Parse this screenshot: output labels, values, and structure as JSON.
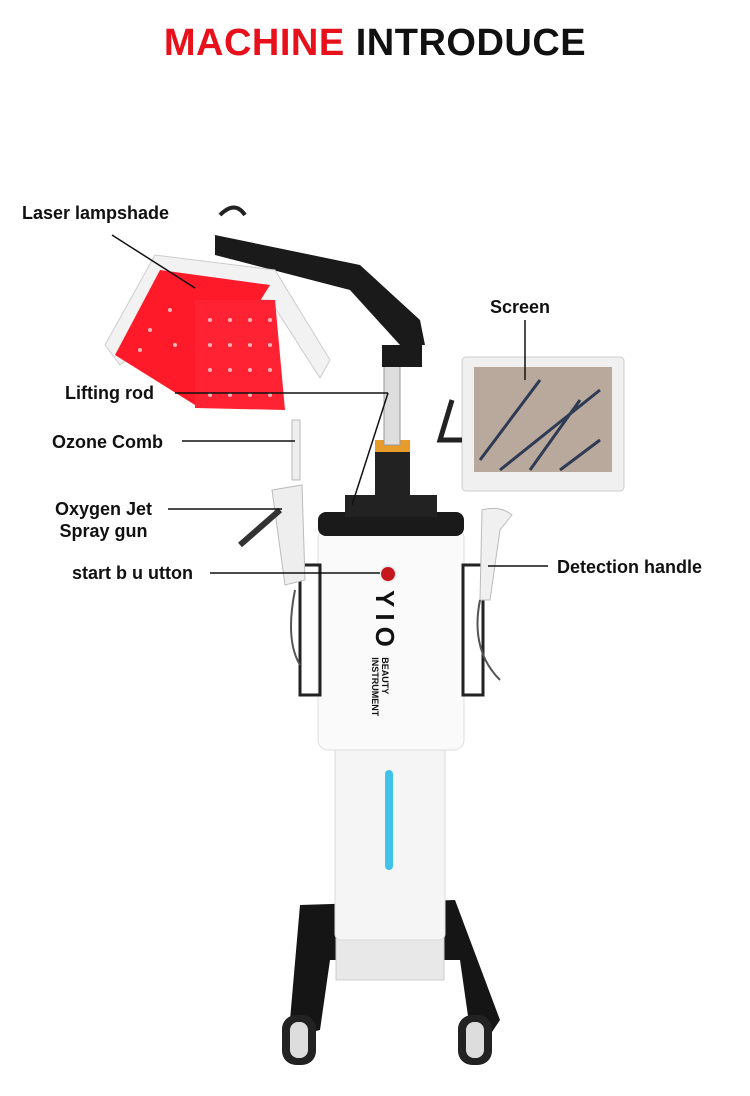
{
  "title": {
    "part1": "MACHINE",
    "part2": "INTRODUCE"
  },
  "labels": {
    "laser_lampshade": "Laser lampshade",
    "screen": "Screen",
    "lifting_rod": "Lifting rod",
    "ozone_comb": "Ozone Comb",
    "oxygen_jet_line1": "Oxygen Jet",
    "oxygen_jet_line2": "Spray gun",
    "start_button": "start b u utton",
    "detection_handle": "Detection handle"
  },
  "brand": {
    "logo": "YIO",
    "line1": "BEAUTY",
    "line2": "INSTRUMENT"
  },
  "colors": {
    "accent": "#e8101a",
    "laser": "#ff1a2a",
    "light_strip": "#3fc3ea"
  }
}
